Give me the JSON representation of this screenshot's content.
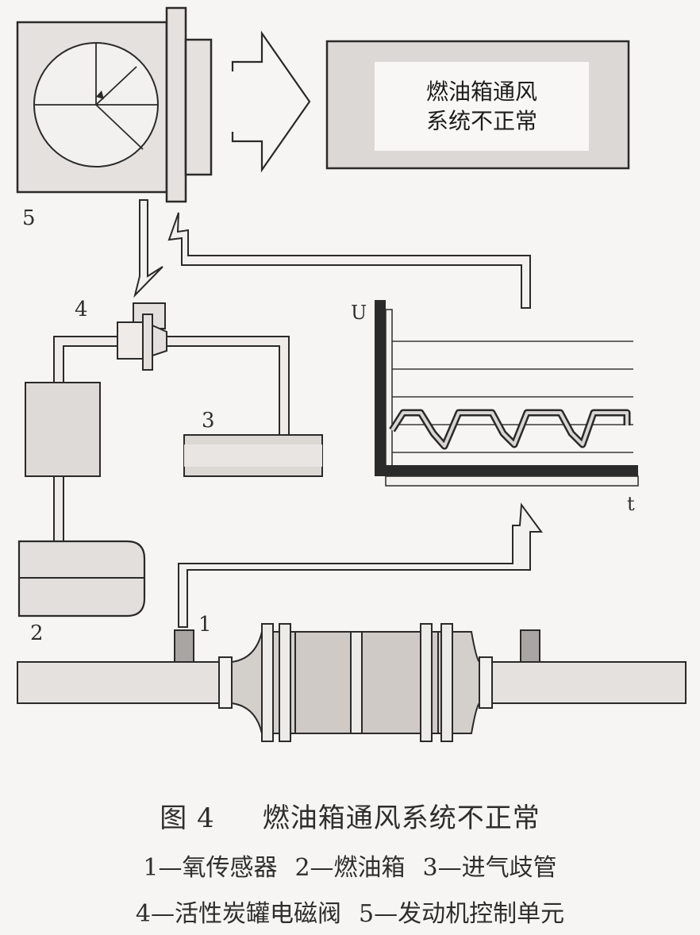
{
  "ecu_screen": {
    "line1": "燃油箱通风",
    "line2": "系统不正常"
  },
  "labels": {
    "ecu": "5",
    "solenoid_valve": "4",
    "intake_manifold": "3",
    "fuel_tank": "2",
    "oxygen_sensor": "1"
  },
  "signal_graph": {
    "y_axis_label": "U",
    "x_axis_label": "t"
  },
  "figure": {
    "number": "图 4",
    "title": "燃油箱通风系统不正常"
  },
  "legend": [
    "1—氧传感器",
    "2—燃油箱",
    "3—进气歧管",
    "4—活性炭罐电磁阀",
    "5—发动机控制单元"
  ]
}
